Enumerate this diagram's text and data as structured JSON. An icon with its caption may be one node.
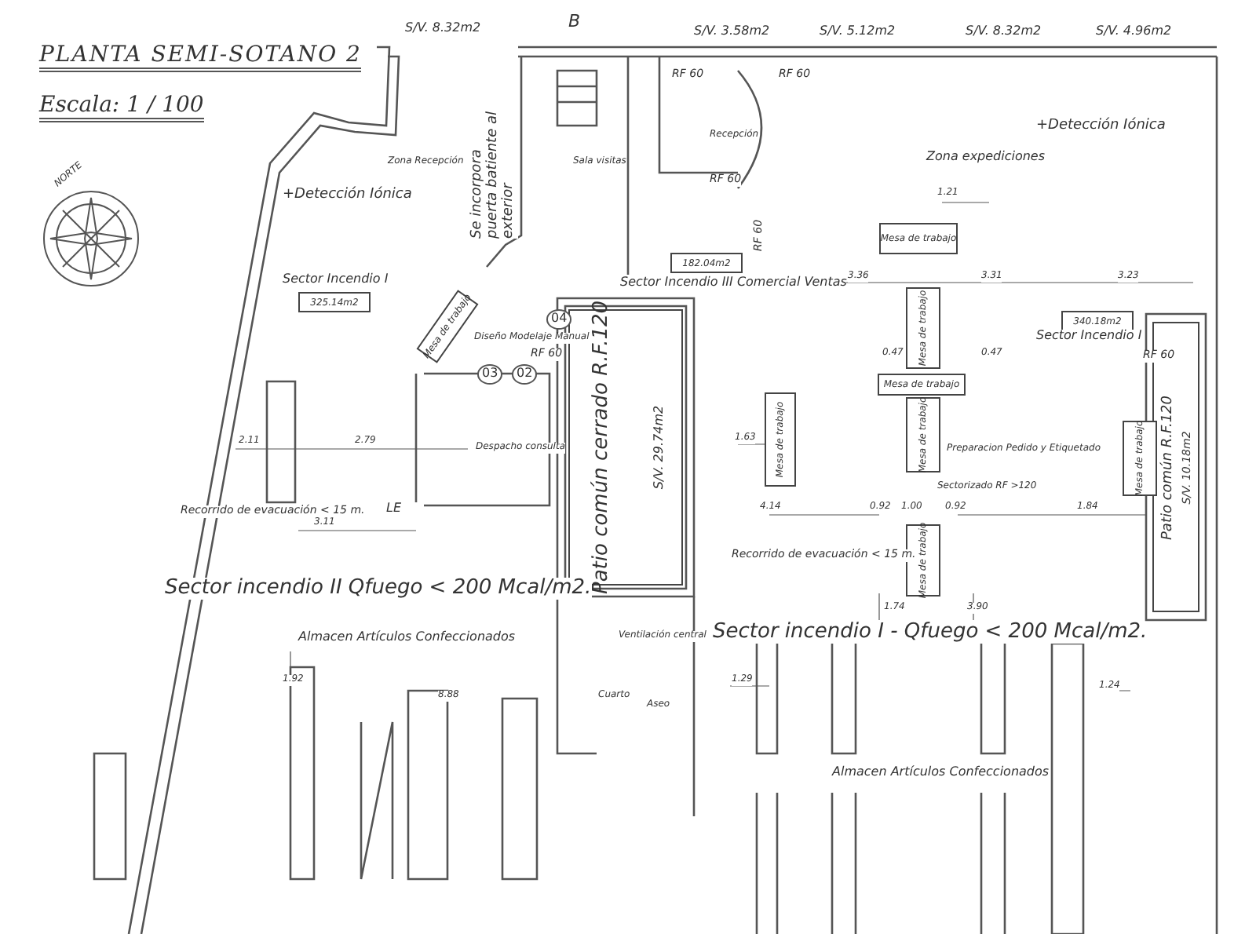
{
  "diagram": {
    "title": "PLANTA SEMI-SOTANO 2",
    "caption": "Escala: 1 / 100",
    "nodes": [
      {
        "text": [
          "325.14m2"
        ]
      },
      {
        "text": [
          "182.04m2"
        ]
      },
      {
        "text": [
          "340.18m2"
        ]
      },
      {
        "text": [
          "Patio común cerrado R.F.120",
          "S/V. 29.74m2"
        ]
      },
      {
        "text": [
          "Patio común R.F.120",
          "S/V. 10.18m2"
        ]
      },
      {
        "text": [
          "Mesa de trabajo"
        ]
      },
      {
        "text": [
          "Mesa de trabajo"
        ]
      },
      {
        "text": [
          "Mesa de trabajo"
        ]
      },
      {
        "text": [
          "Mesa de trabajo"
        ]
      },
      {
        "text": [
          "Mesa de trabajo"
        ]
      },
      {
        "text": [
          "Mesa de trabajo"
        ]
      },
      {
        "text": [
          "Mesa de trabajo"
        ]
      },
      {
        "text": [
          "Mesa de trabajo"
        ]
      }
    ],
    "labels": [
      "S/V. 8.32m2",
      "B",
      "S/V. 3.58m2",
      "S/V. 5.12m2",
      "S/V. 8.32m2",
      "S/V. 4.96m2",
      "RF 60",
      "RF 60",
      "+Detección Iónica",
      "Recepción",
      "Zona Recepción",
      "Se incorpora puerta batiente al exterior",
      "Sala visitas",
      "Zona expediciones",
      "RF 60",
      "NORTE",
      "+Detección Iónica",
      "1.21",
      "RF 60",
      "Sector Incendio I",
      "Sector Incendio III Comercial Ventas",
      "3.36",
      "3.31",
      "3.23",
      "Diseño Modelaje Manual",
      "04",
      "Sector Incendio I",
      "RF 60",
      "0.47",
      "0.47",
      "RF 60",
      "03",
      "02",
      "2.11",
      "2.79",
      "Despacho consulta",
      "1.63",
      "Preparacion Pedido y Etiquetado",
      "Sectorizado RF >120",
      "Recorrido de evacuación < 15 m.",
      "LE",
      "4.14",
      "0.92",
      "1.00",
      "0.92",
      "1.84",
      "3.11",
      "Recorrido de evacuación < 15 m.",
      "Sector incendio II Qfuego < 200 Mcal/m2.",
      "1.74",
      "3.90",
      "Almacen Artículos Confeccionados",
      "Ventilación central",
      "Sector incendio I - Qfuego < 200 Mcal/m2.",
      "1.92",
      "1.29",
      "1.24",
      "8.88",
      "Cuarto",
      "Aseo",
      "Almacen Artículos Confeccionados"
    ]
  }
}
